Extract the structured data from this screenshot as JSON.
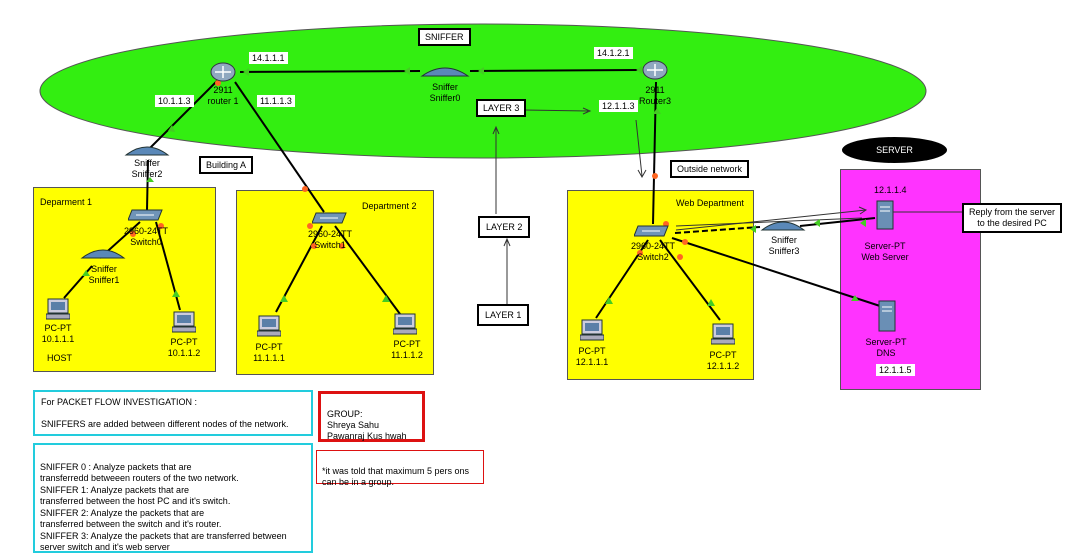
{
  "tags": {
    "sniffer": "SNIFFER",
    "server": "SERVER",
    "layer3": "LAYER 3",
    "layer2": "LAYER 2",
    "layer1": "LAYER 1",
    "building_a": "Building A",
    "outside_network": "Outside network",
    "reply": "Reply from the server\nto the desired PC"
  },
  "areas": {
    "dept1": "Deparment 1",
    "dept2": "Department 2",
    "web_dept": "Web Department",
    "host": "HOST"
  },
  "ips": {
    "r1_top": "14.1.1.1",
    "r1_left": "10.1.1.3",
    "r1_right": "11.1.1.3",
    "r3_top": "14.1.2.1",
    "r3_left": "12.1.1.3",
    "server_web": "12.1.1.4",
    "server_dns": "12.1.1.5"
  },
  "devices": {
    "router1": {
      "model": "2911",
      "name": "router 1"
    },
    "router3": {
      "model": "2911",
      "name": "Router3"
    },
    "sniffer0": {
      "model": "Sniffer",
      "name": "Sniffer0"
    },
    "sniffer1": {
      "model": "Sniffer",
      "name": "Sniffer1"
    },
    "sniffer2": {
      "model": "Sniffer",
      "name": "Sniffer2"
    },
    "sniffer3": {
      "model": "Sniffer",
      "name": "Sniffer3"
    },
    "switch0": {
      "model": "2960-24TT",
      "name": "Switch0"
    },
    "switch1": {
      "model": "2960-24TT",
      "name": "Switch1"
    },
    "switch2": {
      "model": "2960-24TT",
      "name": "Switch2"
    },
    "pc_10_1": {
      "model": "PC-PT",
      "name": "10.1.1.1"
    },
    "pc_10_2": {
      "model": "PC-PT",
      "name": "10.1.1.2"
    },
    "pc_11_1": {
      "model": "PC-PT",
      "name": "11.1.1.1"
    },
    "pc_11_2": {
      "model": "PC-PT",
      "name": "11.1.1.2"
    },
    "pc_12_1": {
      "model": "PC-PT",
      "name": "12.1.1.1"
    },
    "pc_12_2": {
      "model": "PC-PT",
      "name": "12.1.1.2"
    },
    "web_server": {
      "model": "Server-PT",
      "name": "Web Server"
    },
    "dns_server": {
      "model": "Server-PT",
      "name": "DNS"
    }
  },
  "notes": {
    "flow_title": "For PACKET FLOW INVESTIGATION :",
    "flow_body": "SNIFFERS are added between different nodes  of the network.",
    "group": "GROUP:\nShreya Sahu\nPawanraj Kus hwah",
    "max": "*it was  told that maximum 5 pers ons\ncan be in  a group.",
    "sniffers": "SNIFFER 0 : Analyze packets that are\n transferredd betweeen routers of the two network.\nSNIFFER 1: Analyze packets that are\n transferred between the host PC and it's switch.\nSNIFFER 2: Analyze the packets that are\n transferred between the switch and it's router.\nSNIFFER 3: Analyze the packets that are transferred between\n server switch and it's web server"
  },
  "colors": {
    "ellipse": "#33ee11",
    "area": "#ffff00",
    "server_area": "#ff33ff",
    "note_border": "#22ccdd",
    "group_border": "#dd1111"
  }
}
